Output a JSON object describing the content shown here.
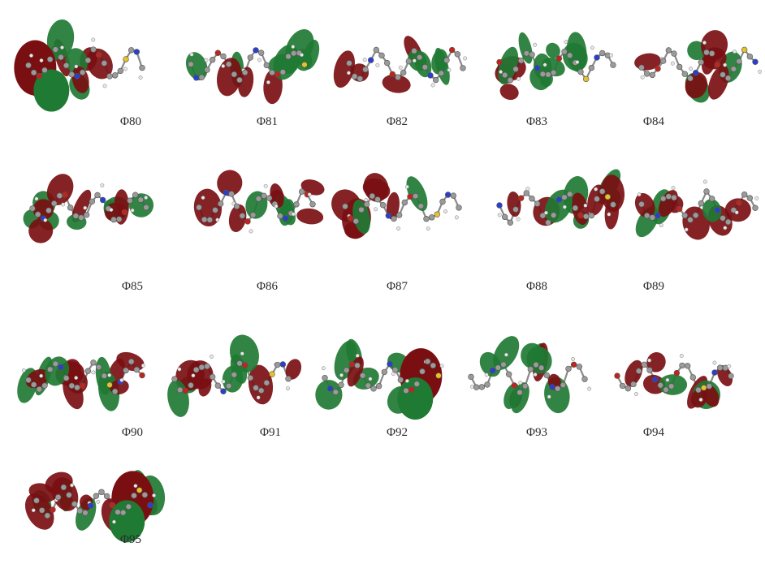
{
  "figure": {
    "colors": {
      "lobe_red": "#7a0f12",
      "lobe_green": "#1f7a33",
      "atom_carbon": "#9a9a9a",
      "atom_hydrogen": "#e8e8e8",
      "atom_oxygen": "#c0241c",
      "atom_nitrogen": "#2a3ecf",
      "atom_sulfur": "#e3c22a"
    },
    "orbitals": [
      {
        "id": "80",
        "label": "Φ80"
      },
      {
        "id": "81",
        "label": "Φ81"
      },
      {
        "id": "82",
        "label": "Φ82"
      },
      {
        "id": "83",
        "label": "Φ83"
      },
      {
        "id": "84",
        "label": "Φ84"
      },
      {
        "id": "85",
        "label": "Φ85"
      },
      {
        "id": "86",
        "label": "Φ86"
      },
      {
        "id": "87",
        "label": "Φ87"
      },
      {
        "id": "88",
        "label": "Φ88"
      },
      {
        "id": "89",
        "label": "Φ89"
      },
      {
        "id": "90",
        "label": "Φ90"
      },
      {
        "id": "91",
        "label": "Φ91"
      },
      {
        "id": "92",
        "label": "Φ92"
      },
      {
        "id": "93",
        "label": "Φ93"
      },
      {
        "id": "94",
        "label": "Φ94"
      },
      {
        "id": "95",
        "label": "Φ95"
      }
    ]
  }
}
